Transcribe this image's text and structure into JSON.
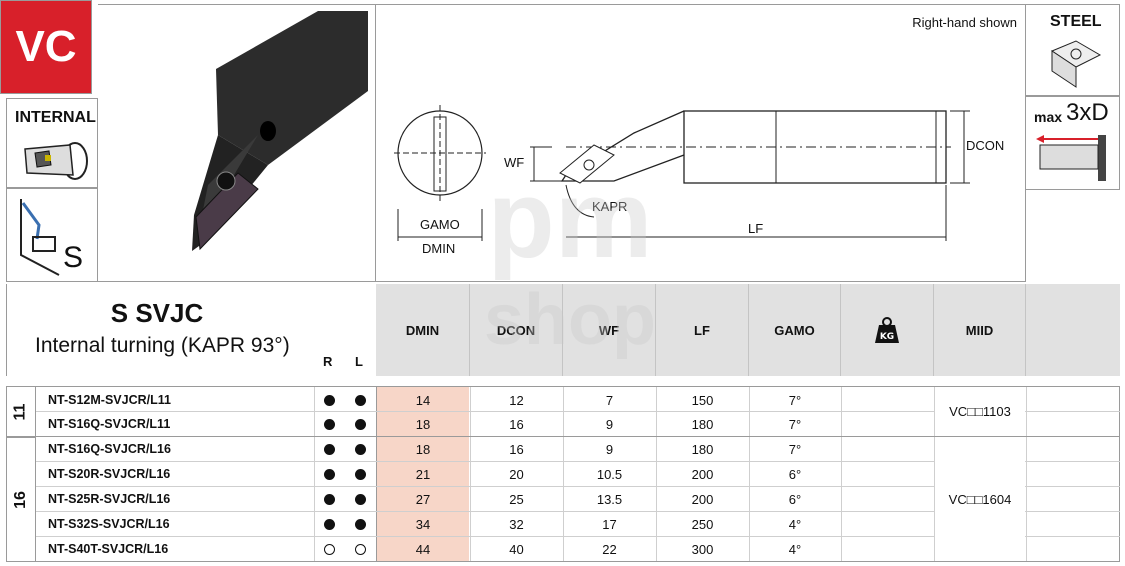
{
  "badge": {
    "code": "VC"
  },
  "side": {
    "internal": "INTERNAL",
    "s_mark": "S"
  },
  "drawing": {
    "note": "Right-hand shown",
    "labels": {
      "wf": "WF",
      "dcon": "DCON",
      "kapr": "KAPR",
      "lf": "LF",
      "gamo": "GAMO",
      "dmin": "DMIN"
    }
  },
  "right": {
    "material": "STEEL",
    "max_label": "max",
    "max_value": "3xD"
  },
  "product": {
    "title": "S SVJC",
    "subtitle": "Internal turning (KAPR 93°)",
    "r": "R",
    "l": "L"
  },
  "columns": [
    "DMIN",
    "DCON",
    "WF",
    "LF",
    "GAMO",
    "",
    "MIID"
  ],
  "weight_icon": "KG",
  "groups": [
    {
      "size": "11",
      "miid": "VC□□1103",
      "rows": [
        {
          "code": "NT-S12M-SVJCR/L11",
          "r": "filled",
          "l": "filled",
          "dmin": "14",
          "dcon": "12",
          "wf": "7",
          "lf": "150",
          "gamo": "7°"
        },
        {
          "code": "NT-S16Q-SVJCR/L11",
          "r": "filled",
          "l": "filled",
          "dmin": "18",
          "dcon": "16",
          "wf": "9",
          "lf": "180",
          "gamo": "7°"
        }
      ]
    },
    {
      "size": "16",
      "miid": "VC□□1604",
      "rows": [
        {
          "code": "NT-S16Q-SVJCR/L16",
          "r": "filled",
          "l": "filled",
          "dmin": "18",
          "dcon": "16",
          "wf": "9",
          "lf": "180",
          "gamo": "7°"
        },
        {
          "code": "NT-S20R-SVJCR/L16",
          "r": "filled",
          "l": "filled",
          "dmin": "21",
          "dcon": "20",
          "wf": "10.5",
          "lf": "200",
          "gamo": "6°"
        },
        {
          "code": "NT-S25R-SVJCR/L16",
          "r": "filled",
          "l": "filled",
          "dmin": "27",
          "dcon": "25",
          "wf": "13.5",
          "lf": "200",
          "gamo": "6°"
        },
        {
          "code": "NT-S32S-SVJCR/L16",
          "r": "filled",
          "l": "filled",
          "dmin": "34",
          "dcon": "32",
          "wf": "17",
          "lf": "250",
          "gamo": "4°"
        },
        {
          "code": "NT-S40T-SVJCR/L16",
          "r": "open",
          "l": "open",
          "dmin": "44",
          "dcon": "40",
          "wf": "22",
          "lf": "300",
          "gamo": "4°"
        }
      ]
    }
  ],
  "watermark": {
    "line1": "pm",
    "line2": "shop"
  }
}
